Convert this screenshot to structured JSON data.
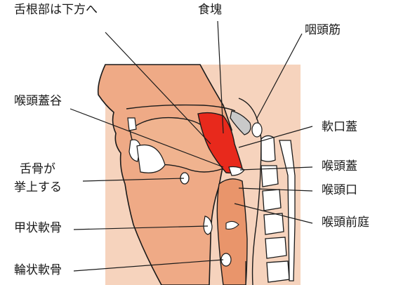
{
  "labels": {
    "tongue_base": "舌根部は下方へ",
    "bolus": "食塊",
    "pharyngeal_muscle": "咽頭筋",
    "epiglottic_vallecula": "喉頭蓋谷",
    "soft_palate": "軟口蓋",
    "hyoid_line1": "舌骨が",
    "hyoid_line2": "挙上する",
    "epiglottis": "喉頭蓋",
    "laryngeal_opening": "喉頭口",
    "thyroid_cartilage": "甲状軟骨",
    "laryngeal_vestibule": "喉頭前庭",
    "cricoid_cartilage": "輪状軟骨"
  },
  "colors": {
    "background_tint": "#f6d3bd",
    "tissue": "#efaa86",
    "bolus": "#e8291c",
    "line": "#1a1a1a"
  }
}
